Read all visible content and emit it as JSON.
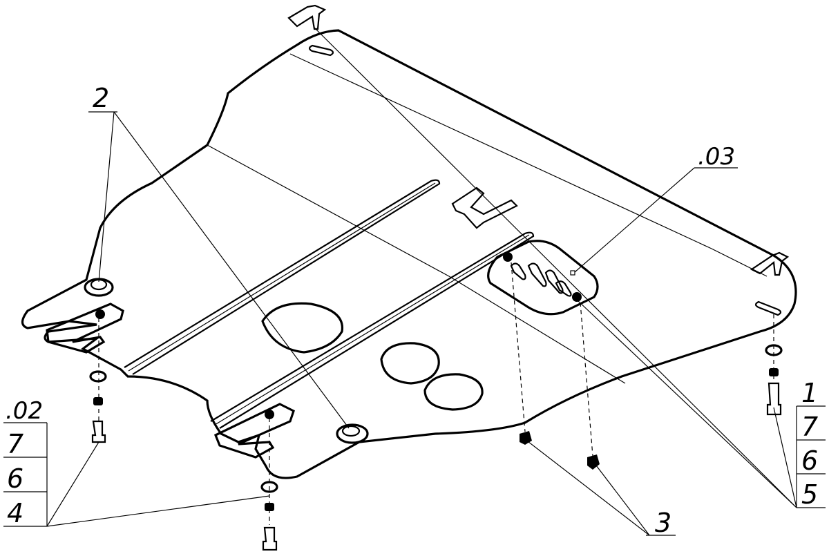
{
  "callouts": {
    "plate": "1",
    "bracket": "2",
    "clip": "3",
    "bolt_a": "4",
    "bolt_b": "5",
    "nut": "6",
    "washer": "7",
    "group_left": ".02",
    "group_hatch": ".03"
  },
  "stack_left": [
    ".02",
    "7",
    "6",
    "4"
  ],
  "stack_right": [
    "1",
    "7",
    "6",
    "5"
  ]
}
